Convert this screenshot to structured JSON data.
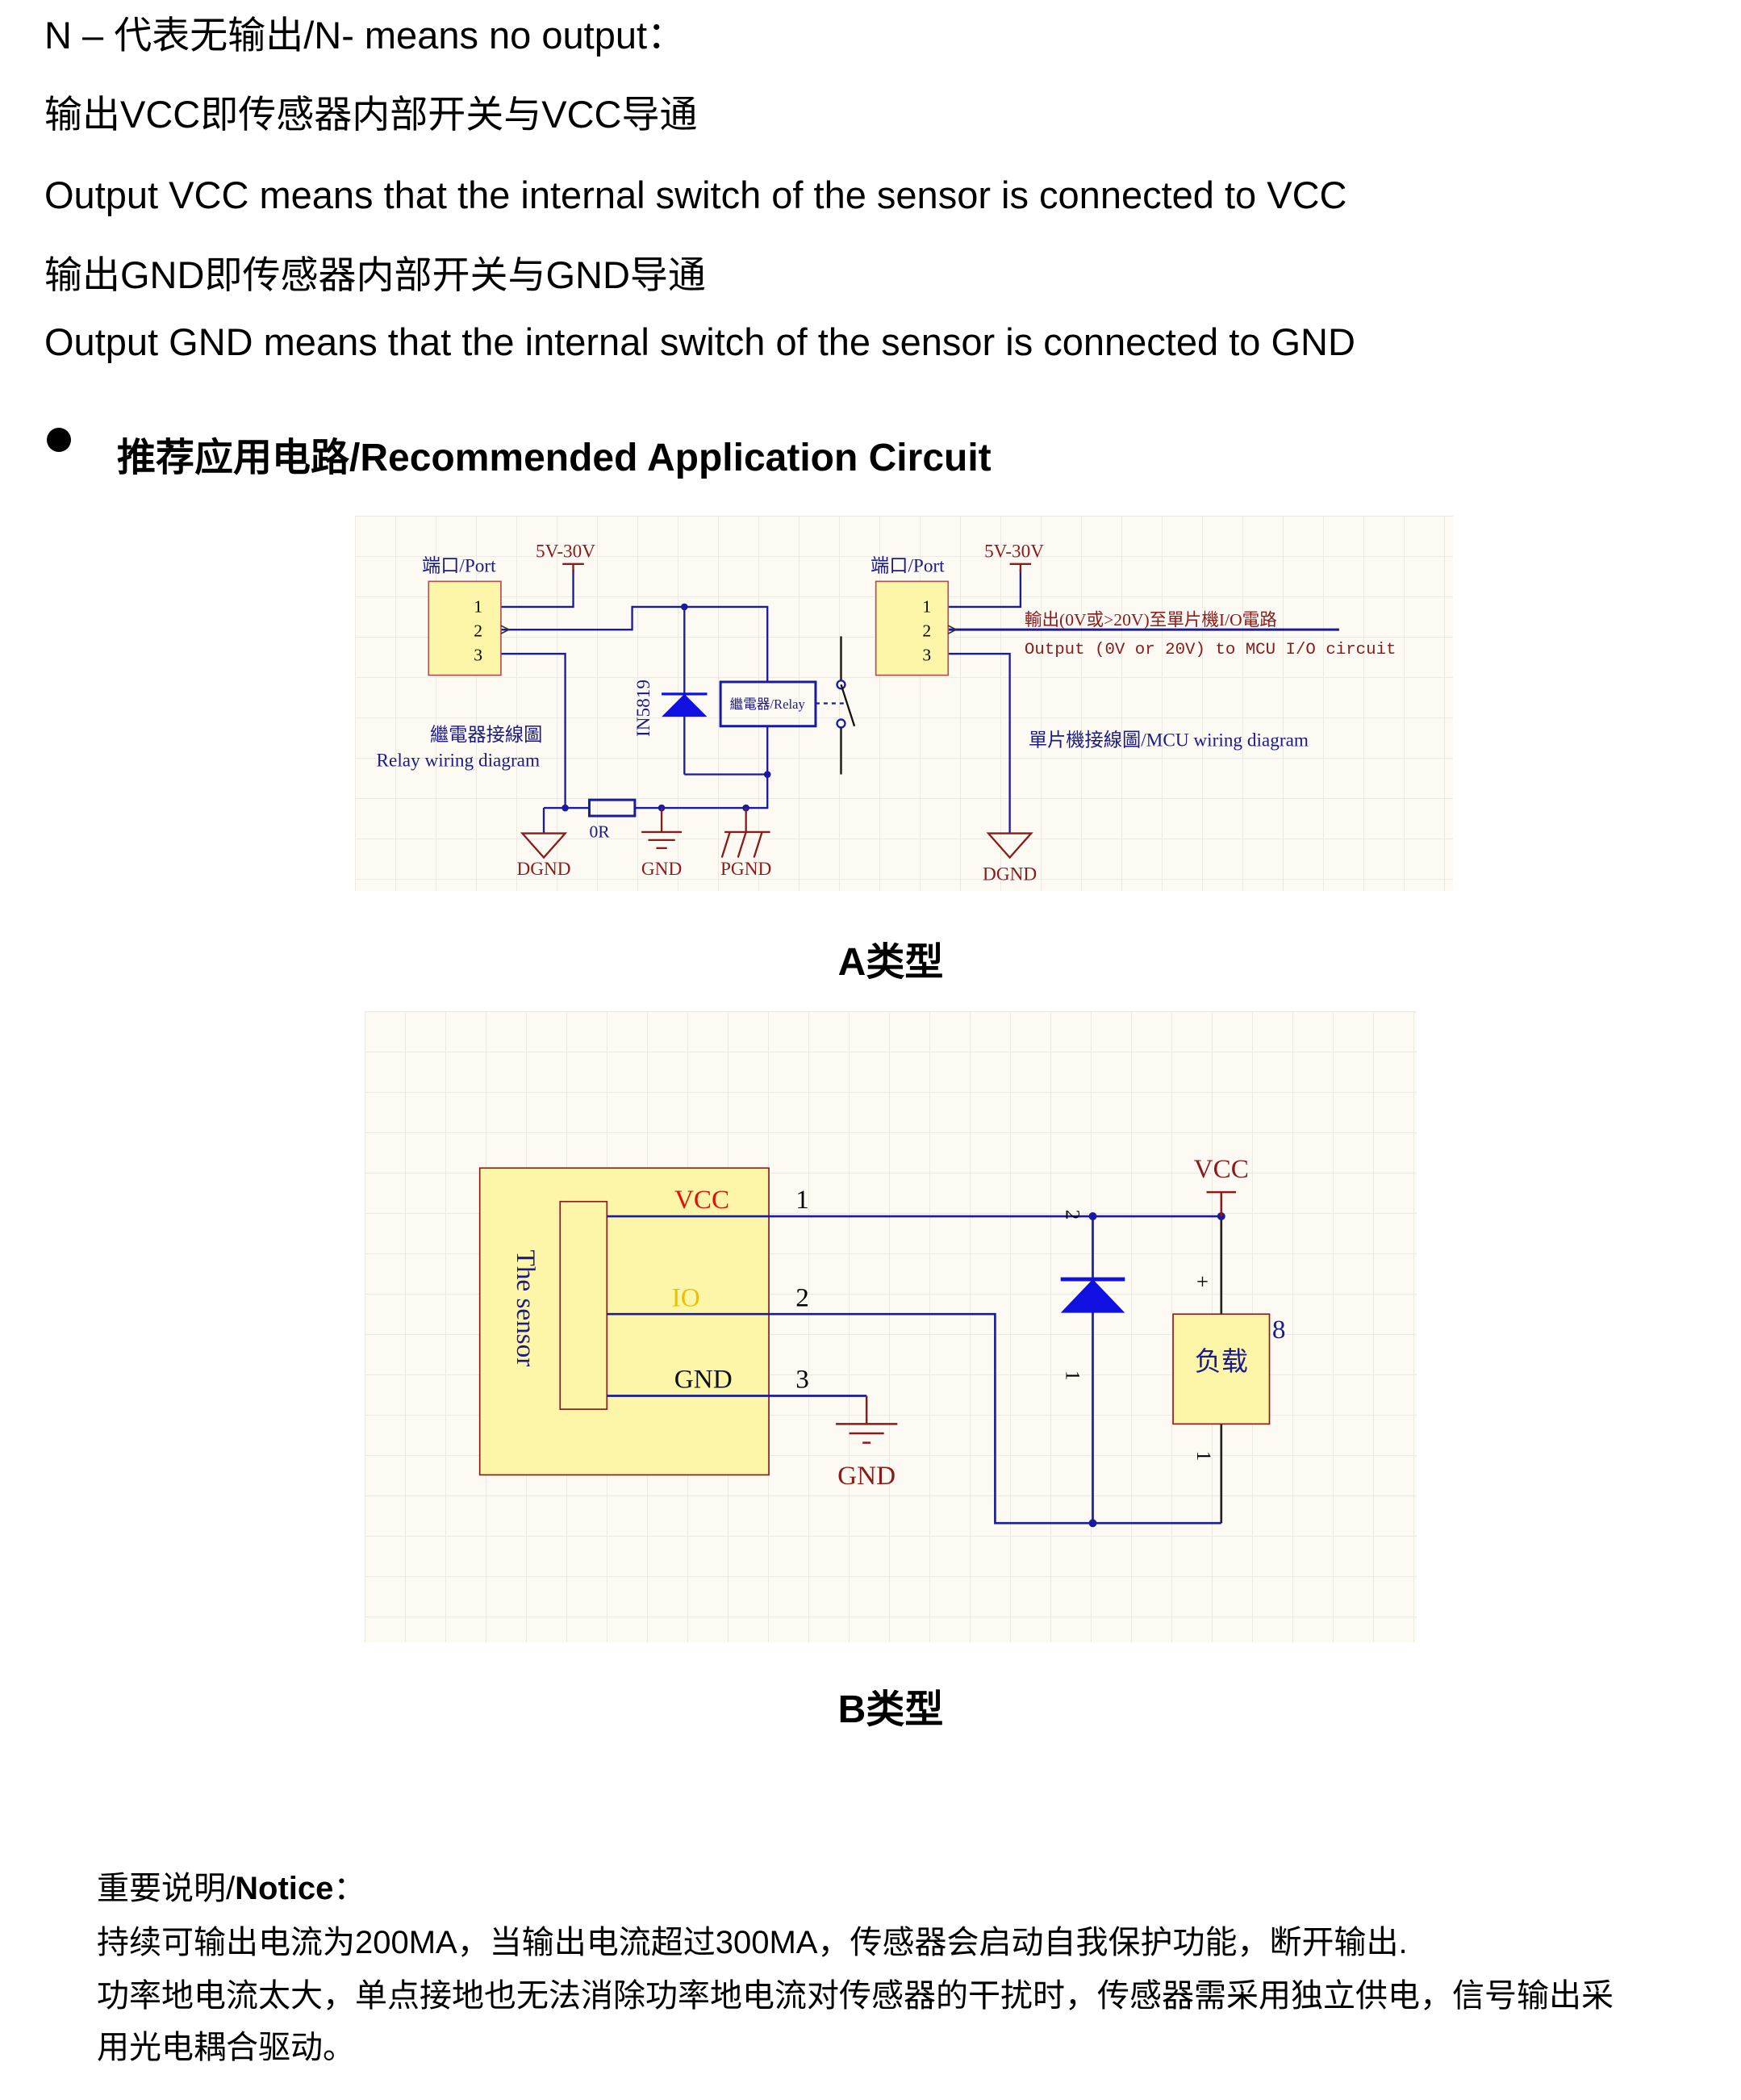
{
  "text_lines": [
    "N –  代表无输出/N- means no output：",
    "输出VCC即传感器内部开关与VCC导通",
    "Output VCC means that the internal switch of the sensor is connected to VCC",
    "输出GND即传感器内部开关与GND导通",
    "Output GND means that the internal switch of the sensor is connected to GND"
  ],
  "section_heading": "推荐应用电路/Recommended Application Circuit",
  "diagram_a": {
    "left": {
      "port_label": "端口/Port",
      "supply_label": "5V-30V",
      "pins": [
        "1",
        "2",
        "3"
      ],
      "diode_label": "IN5819",
      "relay_label": "繼電器/Relay",
      "resistor_label": "0R",
      "caption_cn": "繼電器接線圖",
      "caption_en": "Relay wiring diagram",
      "dgnd_label": "DGND",
      "gnd_label": "GND",
      "pgnd_label": "PGND"
    },
    "right": {
      "port_label": "端口/Port",
      "supply_label": "5V-30V",
      "pins": [
        "1",
        "2",
        "3"
      ],
      "output_cn": "輸出(0V或>20V)至單片機I/O電路",
      "output_en": "Output (0V or 20V) to MCU I/O circuit",
      "caption": "單片機接線圖/MCU wiring diagram",
      "dgnd_label": "DGND"
    },
    "title": "A类型"
  },
  "diagram_b": {
    "sensor_label": "The sensor",
    "vcc_pin_label": "VCC",
    "io_pin_label": "IO",
    "gnd_pin_label": "GND",
    "pin_numbers": [
      "1",
      "2",
      "3"
    ],
    "gnd_symbol_label": "GND",
    "vcc_symbol_label": "VCC",
    "diode_pins": [
      "2",
      "1"
    ],
    "load_label": "负载",
    "load_designator": "8",
    "load_plus": "+",
    "load_pin": "1",
    "title": "B类型"
  },
  "notice": {
    "title_cn": "重要说明/",
    "title_en": "Notice",
    "title_colon": "：",
    "lines": [
      "持续可输出电流为200MA，当输出电流超过300MA，传感器会启动自我保护功能，断开输出.",
      "功率地电流太大，单点接地也无法消除功率地电流对传感器的干扰时，传感器需采用独立供电，信号输出采",
      "用光电耦合驱动。"
    ]
  },
  "colors": {
    "wire": "#1a1a9e",
    "symbol": "#8b1a1a",
    "component_fill": "#fdf6a8",
    "diode": "#1010e0"
  }
}
